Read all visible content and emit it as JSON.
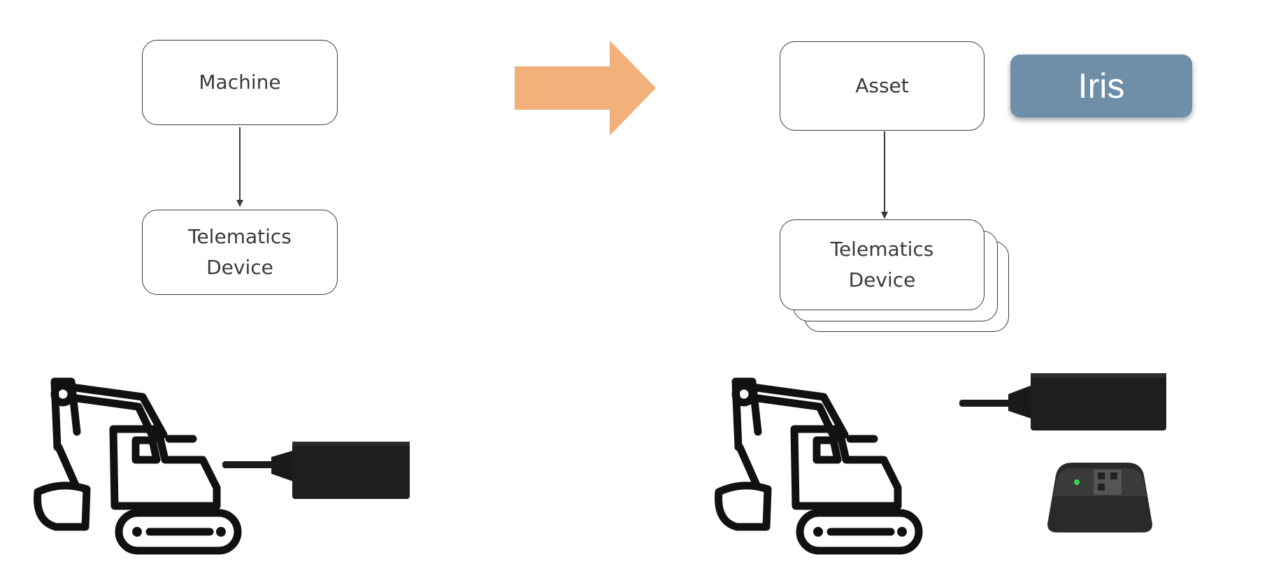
{
  "left": {
    "top_node": "Machine",
    "bottom_node": "Telematics\nDevice"
  },
  "right": {
    "top_node": "Asset",
    "bottom_node": "Telematics\nDevice",
    "badge": "Iris"
  },
  "colors": {
    "arrow": "#f2b07a",
    "badge": "#6f8fa8",
    "stroke": "#3a3a3a",
    "device": "#1e1e1e"
  },
  "icons": [
    "excavator-icon",
    "telematics-cable-device-icon",
    "tracker-device-icon",
    "transition-arrow-icon"
  ]
}
